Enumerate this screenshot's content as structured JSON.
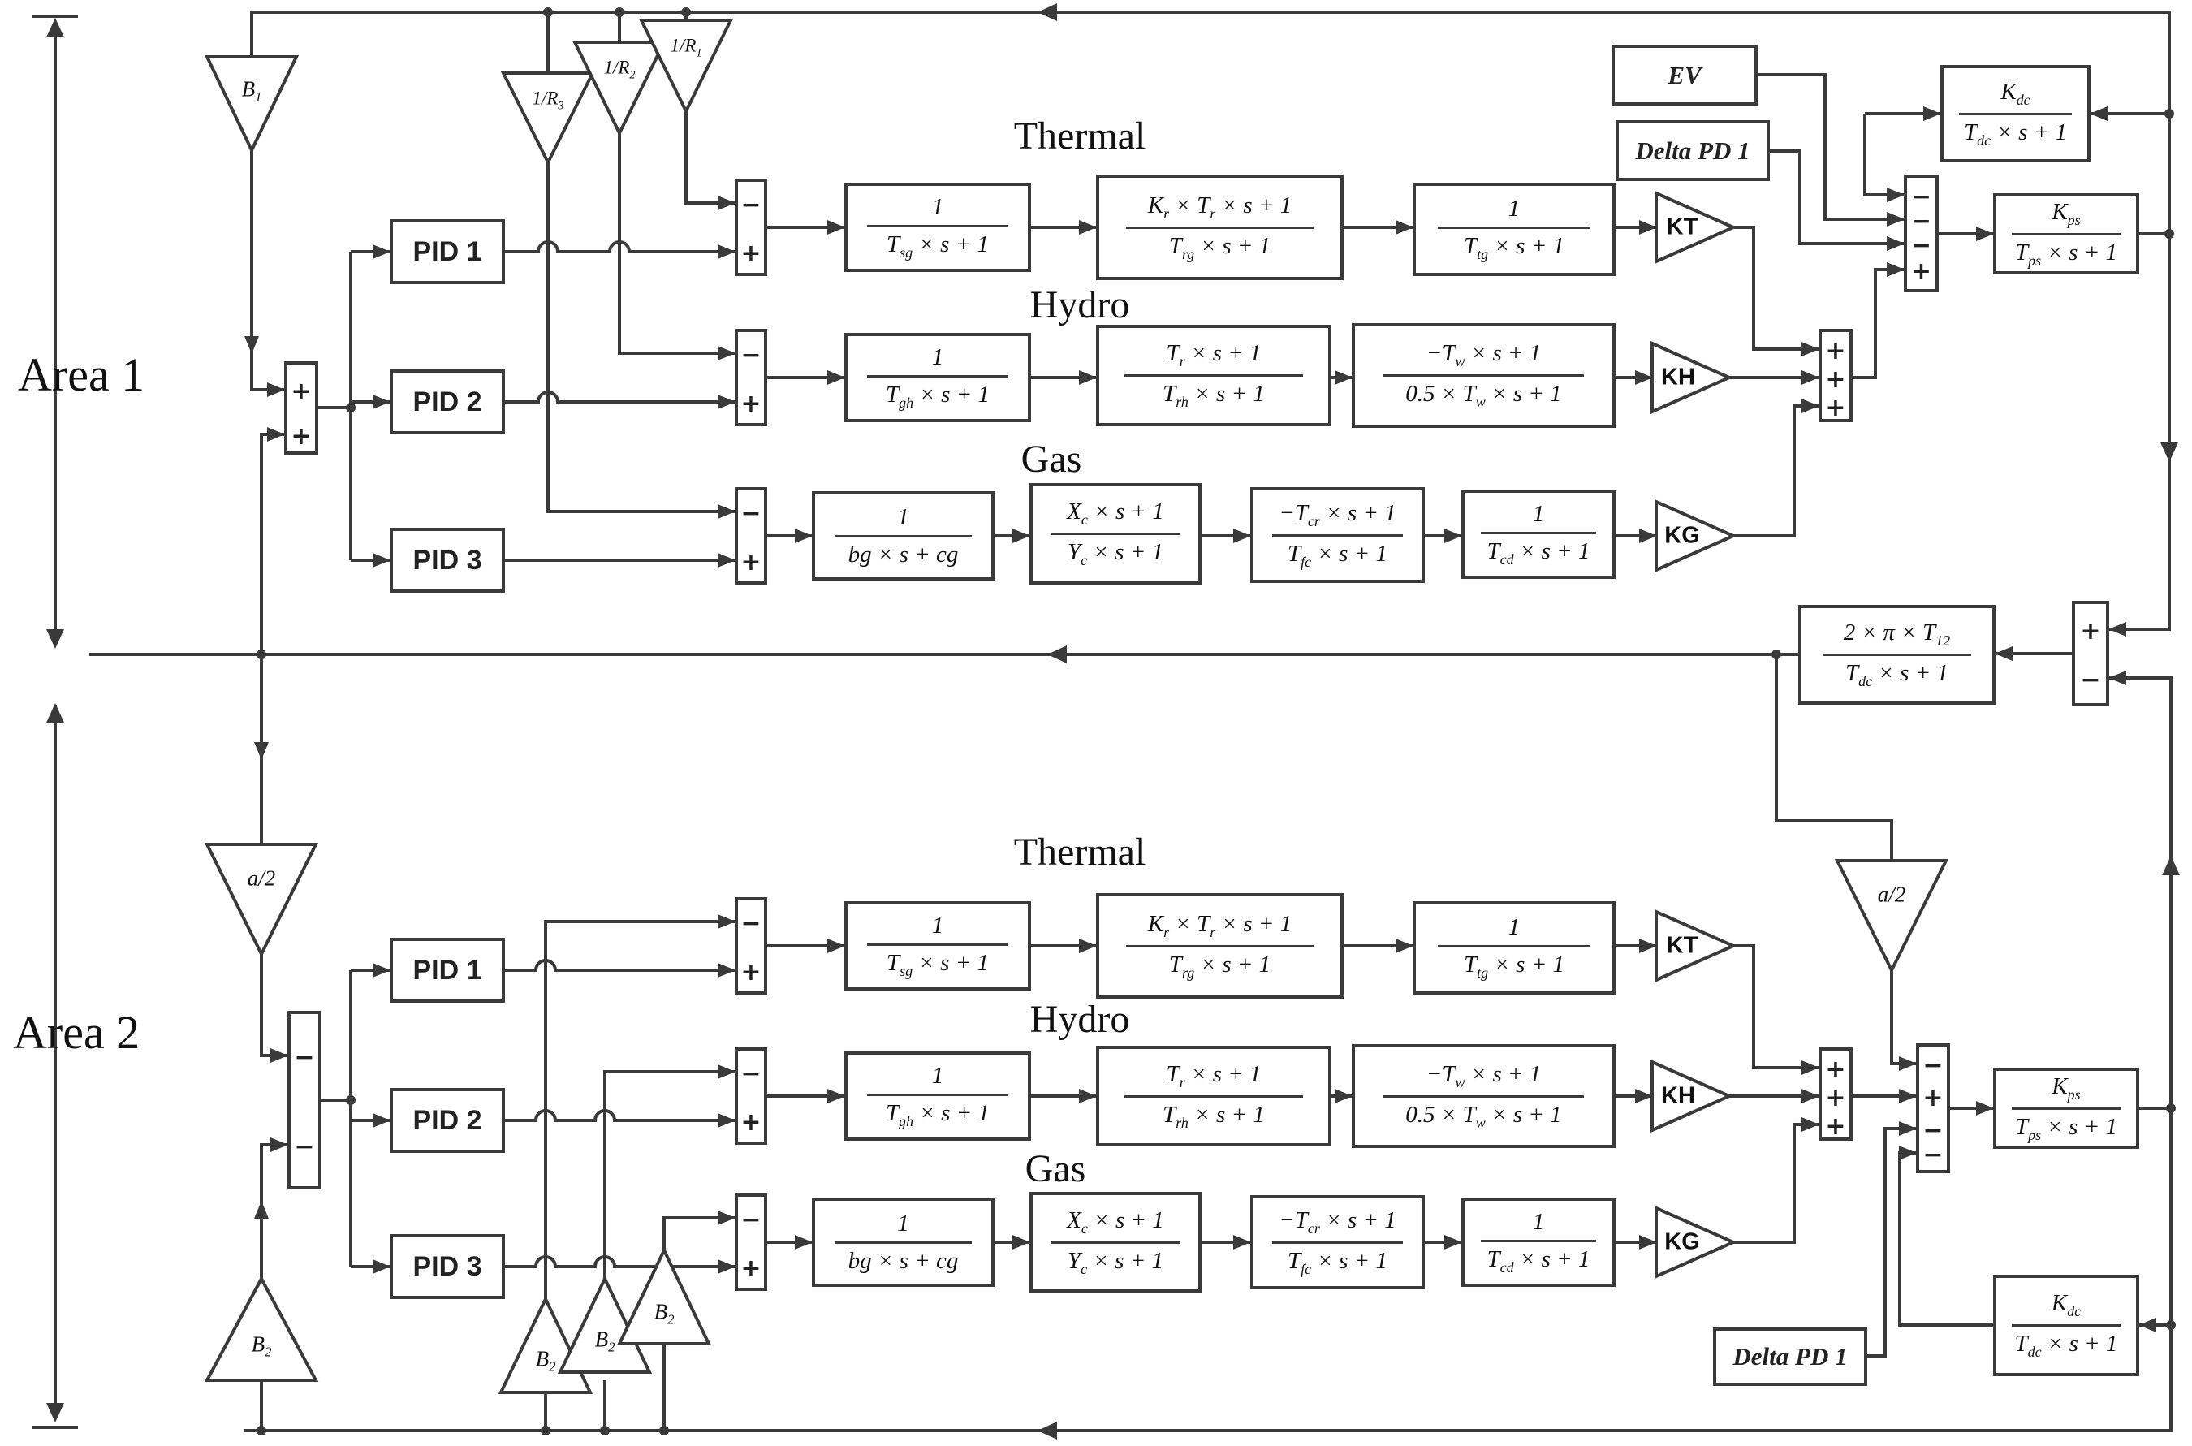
{
  "area_labels": {
    "area1": "Area 1",
    "area2": "Area 2"
  },
  "section_labels": {
    "thermal": "Thermal",
    "hydro": "Hydro",
    "gas": "Gas"
  },
  "blocks": {
    "pid1": "PID 1",
    "pid2": "PID 2",
    "pid3": "PID 3",
    "ev": "EV",
    "delta_pd1": "Delta PD 1"
  },
  "gains": {
    "b1": "B_{1}",
    "b2": "B_{2}",
    "r1": "1/R_{1}",
    "r2": "1/R_{2}",
    "r3": "1/R_{3}",
    "a_half": "a/2",
    "kt": "KT",
    "kh": "KH",
    "kg": "KG"
  },
  "transfer_functions": {
    "thermal_governor": {
      "num": "1",
      "den": "T_{sg} × s + 1"
    },
    "thermal_reheat": {
      "num": "K_{r} × T_{r} × s + 1",
      "den": "T_{rg} × s + 1"
    },
    "thermal_turbine": {
      "num": "1",
      "den": "T_{tg} × s + 1"
    },
    "hydro_governor": {
      "num": "1",
      "den": "T_{gh} × s + 1"
    },
    "hydro_transient": {
      "num": "T_{r} × s + 1",
      "den": "T_{rh} × s + 1"
    },
    "hydro_turbine": {
      "num": "−T_{w} × s + 1",
      "den": "0.5 × T_{w} × s + 1"
    },
    "gas_valve": {
      "num": "1",
      "den": "bg × s + cg"
    },
    "gas_governor": {
      "num": "X_{c} × s + 1",
      "den": "Y_{c} × s + 1"
    },
    "gas_combustor": {
      "num": "−T_{cr} × s + 1",
      "den": "T_{fc} × s + 1"
    },
    "gas_discharge": {
      "num": "1",
      "den": "T_{cd} × s + 1"
    },
    "power_system": {
      "num": "K_{ps}",
      "den": "T_{ps} × s + 1"
    },
    "dc_link": {
      "num": "K_{dc}",
      "den": "T_{dc} × s + 1"
    },
    "tie_line": {
      "num": "2 × π × T_{12}",
      "den": "T_{dc} × s + 1"
    }
  },
  "summers": {
    "ace1": [
      "+",
      "+"
    ],
    "ace2": [
      "−",
      "−"
    ],
    "chain": [
      "−",
      "+"
    ],
    "sum3": [
      "+",
      "+",
      "+"
    ],
    "main1": [
      "−",
      "−",
      "−",
      "+"
    ],
    "main2": [
      "−",
      "+",
      "−",
      "−"
    ],
    "tie": [
      "+",
      "−"
    ]
  },
  "colors": {
    "line": "#3a3a3a",
    "background": "#ffffff"
  }
}
